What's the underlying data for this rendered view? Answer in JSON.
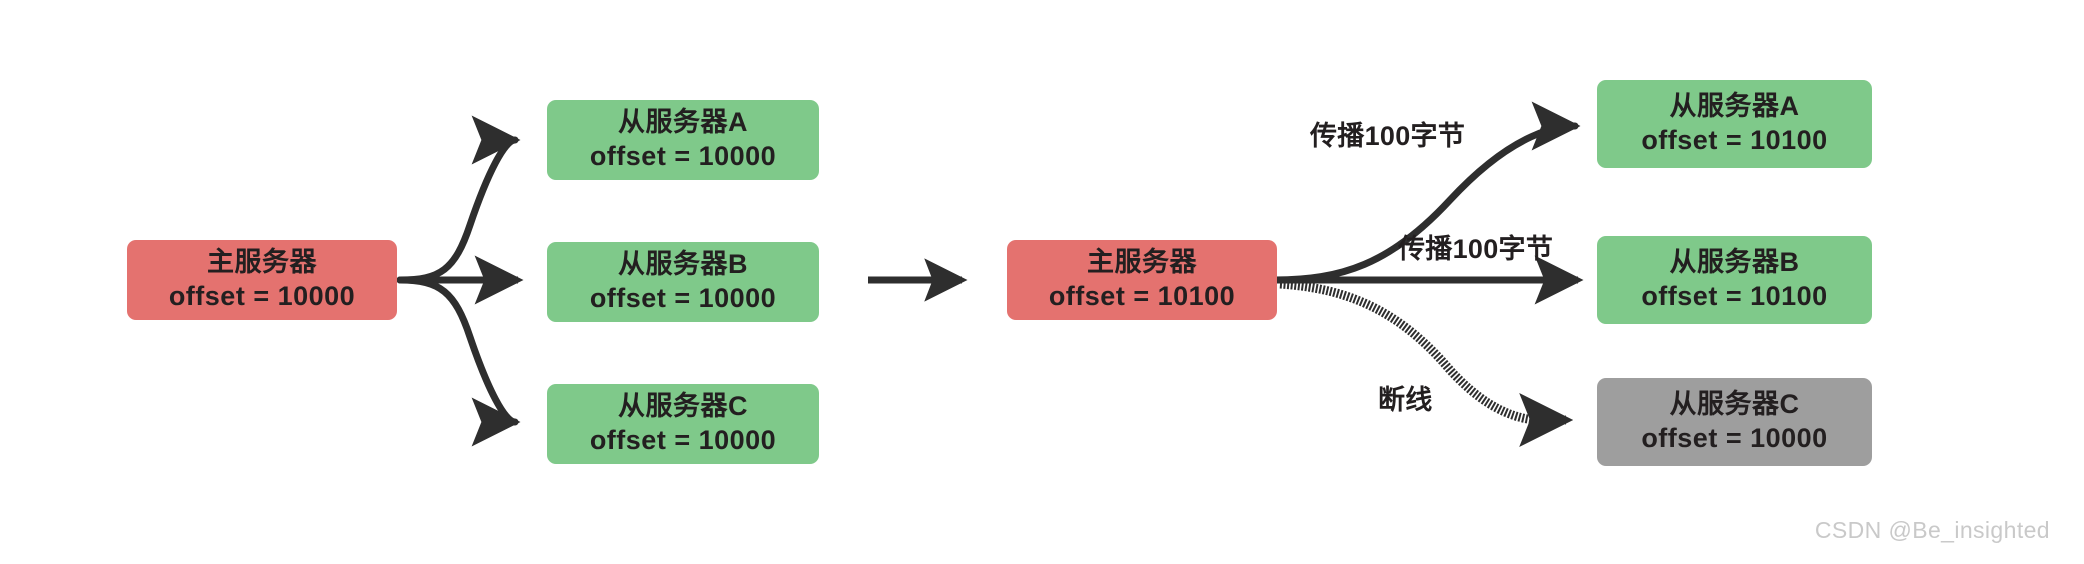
{
  "diagram": {
    "title": "Redis master-slave replication offset propagation",
    "background": "#ffffff",
    "colors": {
      "master_fill": "#e4726f",
      "slave_fill": "#7fc98a",
      "offline_fill": "#9e9e9e",
      "stroke": "#2e2e2e",
      "text": "#231f20",
      "watermark": "#c9c9c9"
    }
  },
  "stage_before": {
    "master": {
      "title": "主服务器",
      "offset": "offset = 10000",
      "state": "online",
      "fill": "#e4726f"
    },
    "slaves": [
      {
        "title": "从服务器A",
        "offset": "offset = 10000",
        "state": "online",
        "fill": "#7fc98a"
      },
      {
        "title": "从服务器B",
        "offset": "offset = 10000",
        "state": "online",
        "fill": "#7fc98a"
      },
      {
        "title": "从服务器C",
        "offset": "offset = 10000",
        "state": "online",
        "fill": "#7fc98a"
      }
    ],
    "edges": [
      {
        "from": "master",
        "to": "从服务器A",
        "label": "",
        "style": "solid-curve"
      },
      {
        "from": "master",
        "to": "从服务器B",
        "label": "",
        "style": "solid-straight"
      },
      {
        "from": "master",
        "to": "从服务器C",
        "label": "",
        "style": "solid-curve"
      }
    ]
  },
  "transition": {
    "arrow_label": "",
    "style": "solid-straight"
  },
  "stage_after": {
    "master": {
      "title": "主服务器",
      "offset": "offset = 10100",
      "state": "online",
      "fill": "#e4726f"
    },
    "slaves": [
      {
        "title": "从服务器A",
        "offset": "offset = 10100",
        "state": "online",
        "fill": "#7fc98a"
      },
      {
        "title": "从服务器B",
        "offset": "offset = 10100",
        "state": "online",
        "fill": "#7fc98a"
      },
      {
        "title": "从服务器C",
        "offset": "offset = 10000",
        "state": "disconnected",
        "fill": "#9e9e9e"
      }
    ],
    "edges": [
      {
        "from": "master",
        "to": "从服务器A",
        "label": "传播100字节",
        "style": "solid-curve"
      },
      {
        "from": "master",
        "to": "从服务器B",
        "label": "传播100字节",
        "style": "solid-straight"
      },
      {
        "from": "master",
        "to": "从服务器C",
        "label": "断线",
        "style": "dashed-curve"
      }
    ]
  },
  "labels": {
    "prop_a": "传播100字节",
    "prop_b": "传播100字节",
    "broken": "断线"
  },
  "watermark": {
    "text": "CSDN @Be_insighted"
  }
}
